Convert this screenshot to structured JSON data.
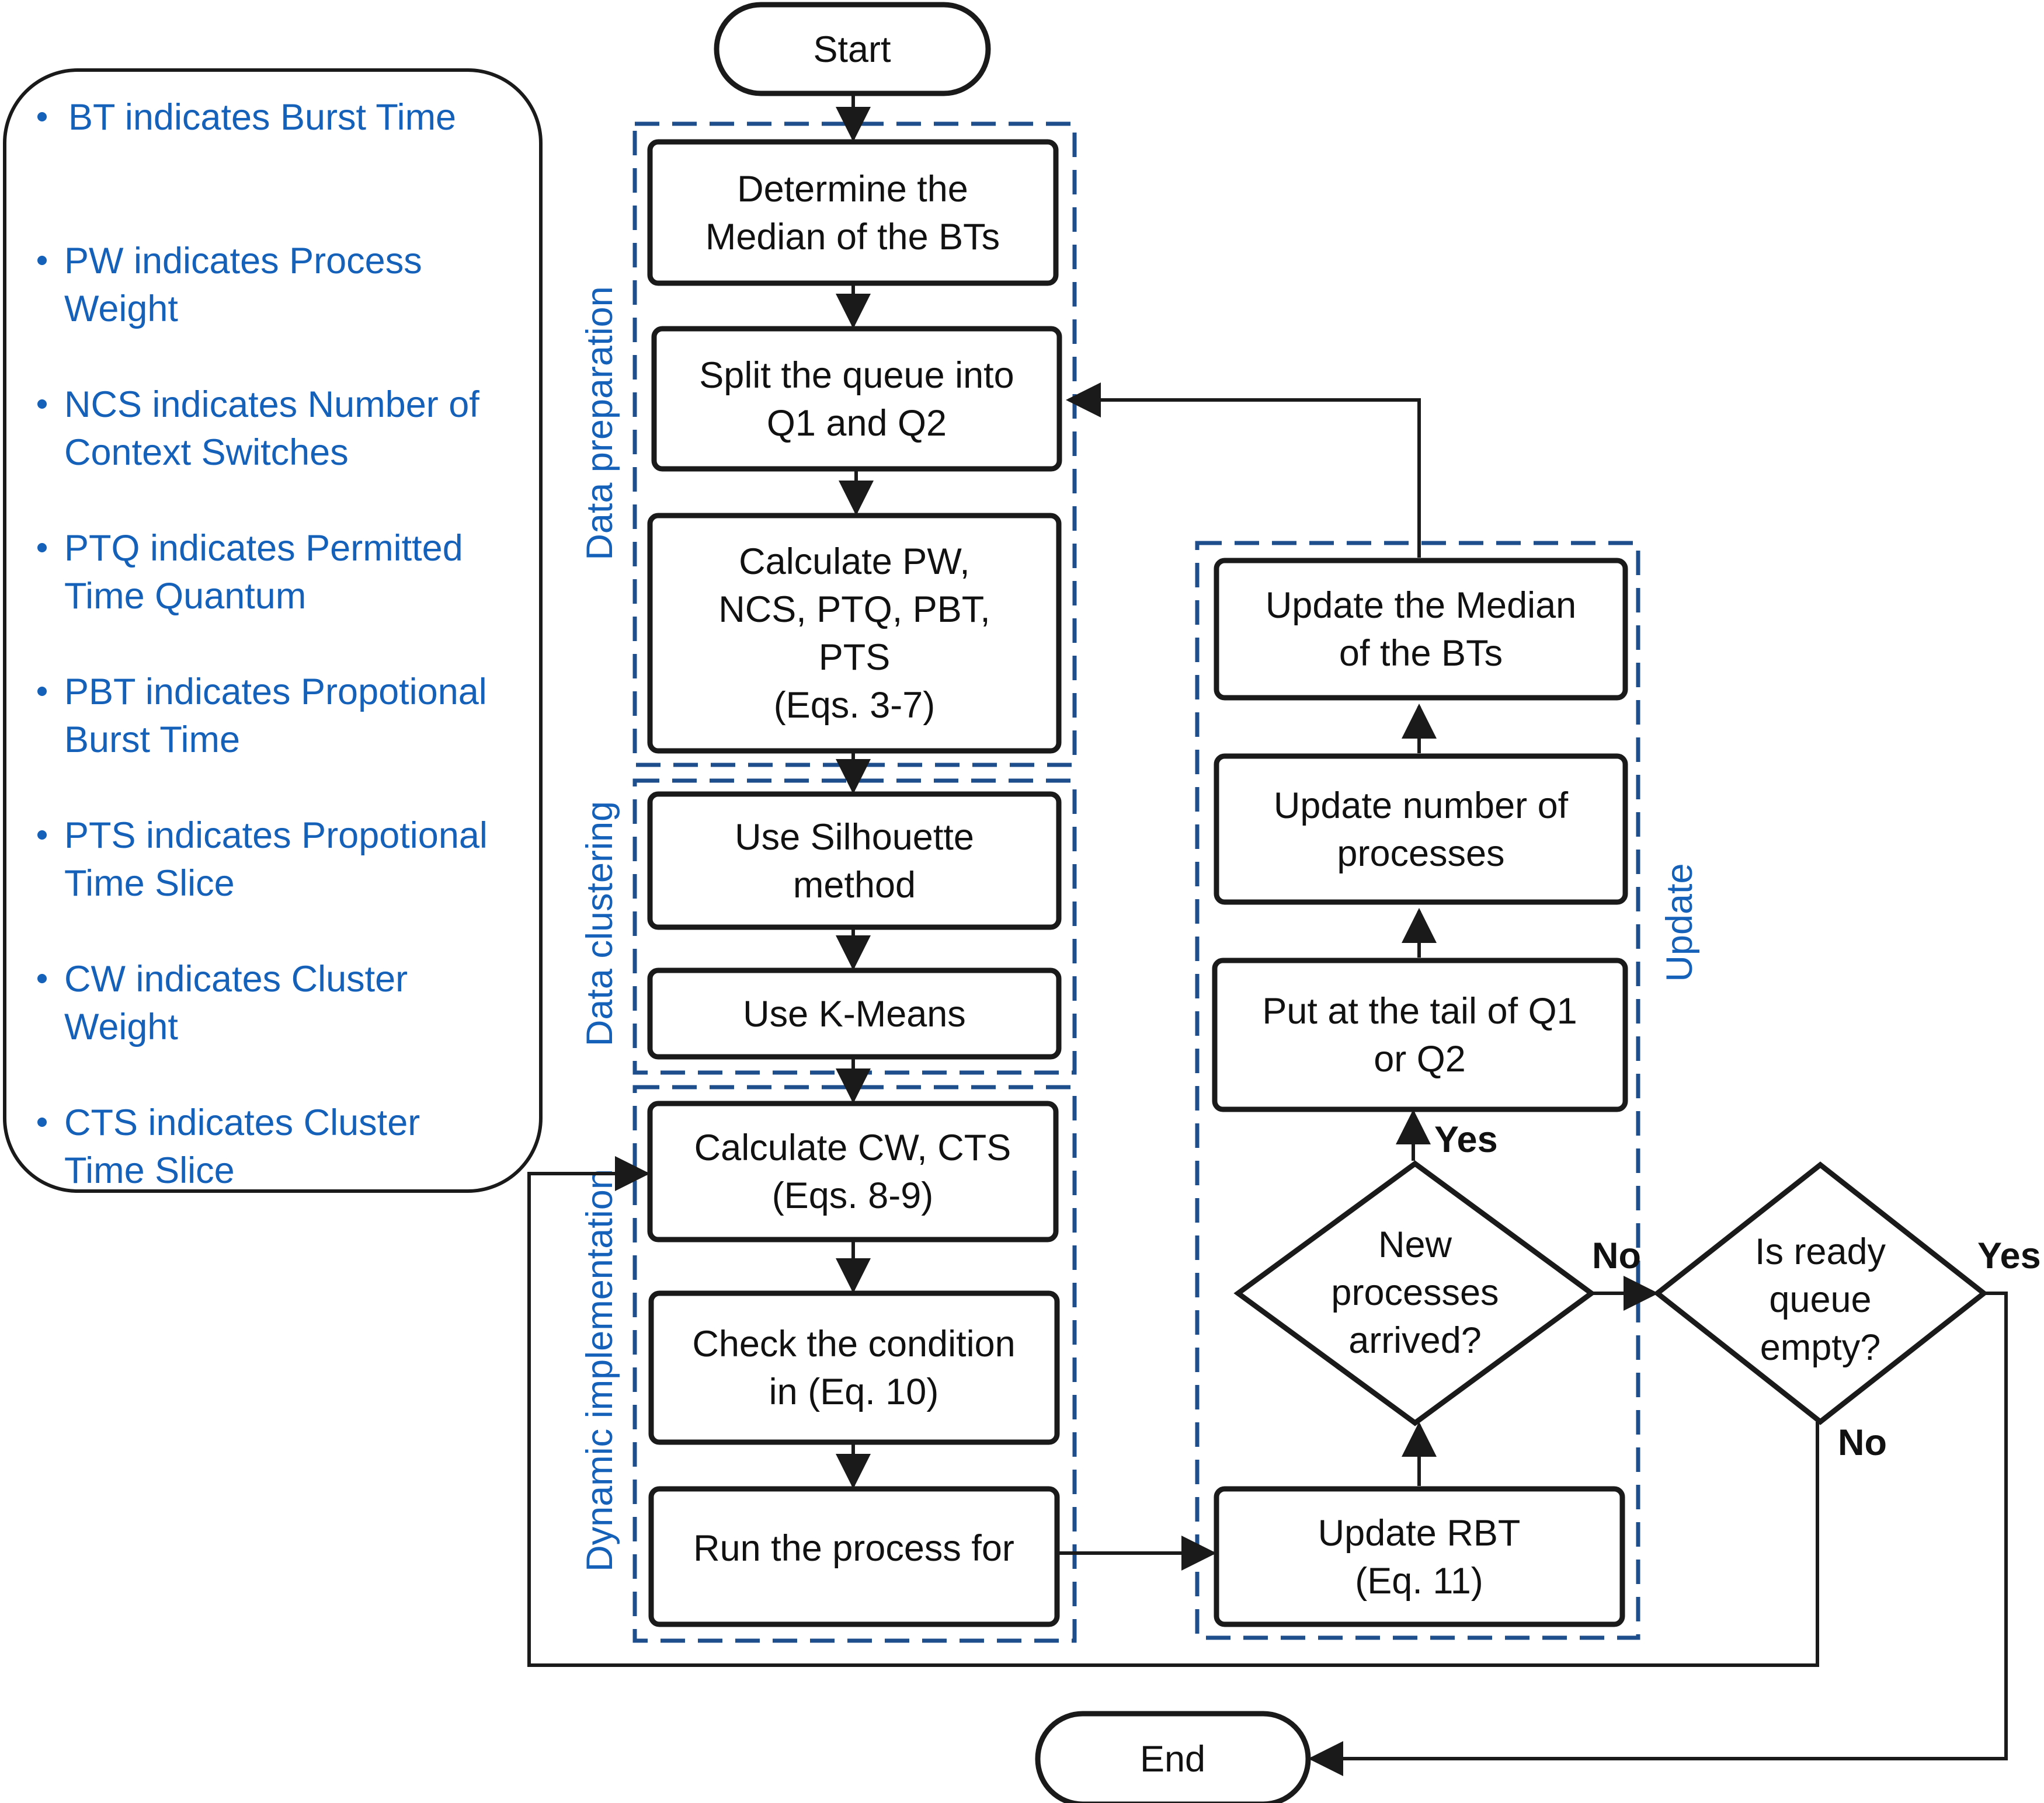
{
  "legend": {
    "items": [
      "BT indicates Burst Time",
      "PW indicates Process\nWeight",
      "NCS indicates Number of\nContext Switches",
      "PTQ indicates Permitted\nTime Quantum",
      "PBT indicates Propotional\nBurst Time",
      "PTS indicates Propotional\nTime Slice",
      "CW indicates Cluster\nWeight",
      "CTS indicates Cluster\nTime Slice"
    ]
  },
  "groups": {
    "data_preparation": "Data preparation",
    "data_clustering": "Data clustering",
    "dynamic_implementation": "Dynamic implementation",
    "update": "Update"
  },
  "nodes": {
    "start": "Start",
    "determine_median": "Determine the\nMedian of the BTs",
    "split_queue": "Split the queue into\nQ1 and Q2",
    "calculate_pw": "Calculate PW,\nNCS, PTQ, PBT,\nPTS\n(Eqs. 3-7)",
    "use_silhouette": "Use Silhouette\nmethod",
    "use_kmeans": "Use K-Means",
    "calculate_cw": "Calculate CW, CTS\n(Eqs. 8-9)",
    "check_condition": "Check the condition\nin (Eq. 10)",
    "run_process": "Run the process for",
    "update_rbt": "Update RBT\n(Eq. 11)",
    "new_processes": "New\nprocesses\narrived?",
    "put_tail": "Put at the tail of Q1\nor Q2",
    "update_number": "Update number of\nprocesses",
    "update_median": "Update the Median\nof the BTs",
    "ready_queue": "Is ready\nqueue\nempty?",
    "end": "End"
  },
  "edge_labels": {
    "new_yes": "Yes",
    "new_no": "No",
    "ready_yes": "Yes",
    "ready_no": "No"
  }
}
